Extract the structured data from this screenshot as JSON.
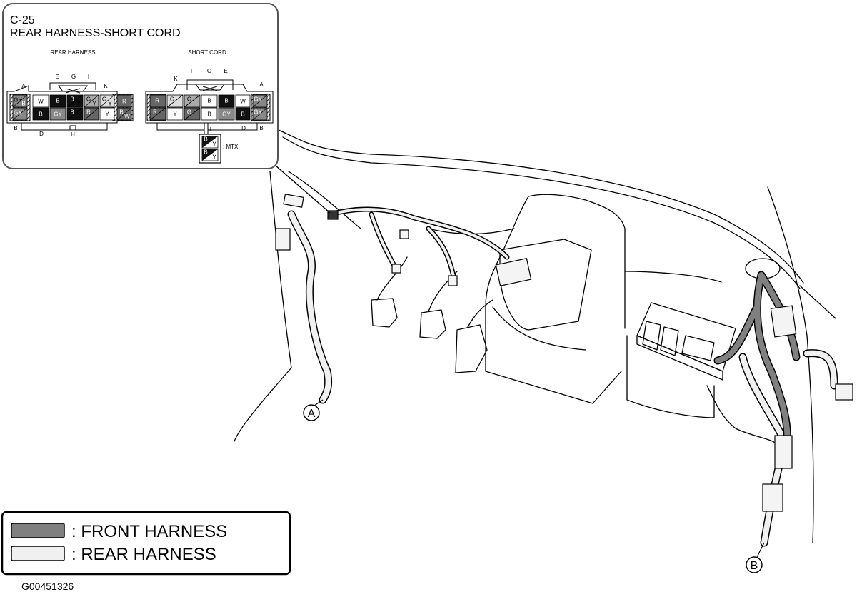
{
  "inset": {
    "title_code": "C-25",
    "title_name": "REAR HARNESS-SHORT CORD",
    "rear_label": "REAR HARNESS",
    "short_label": "SHORT CORD",
    "rear_pins": {
      "A": "A",
      "B": "B",
      "D": "D",
      "E": "E",
      "G": "G",
      "H": "H",
      "I": "I",
      "K": "K"
    },
    "short_pins": {
      "A": "A",
      "B": "B",
      "D": "D",
      "E": "E",
      "G": "G",
      "H": "H",
      "I": "I",
      "K": "K"
    },
    "rear_top_cells": [
      "GY",
      "W",
      "B",
      "B",
      "G",
      "G",
      "R"
    ],
    "rear_bottom_cells": [
      "GY",
      "B",
      "GY",
      "B",
      "R",
      "Y",
      "B"
    ],
    "short_top_cells": [
      "R",
      "G",
      "G",
      "B",
      "B",
      "W",
      "GY"
    ],
    "short_bottom_cells": [
      "R",
      "Y",
      "G",
      "B",
      "GY",
      "B",
      "GY"
    ],
    "cell_sub_texts": [
      "B",
      "W",
      "Y",
      "Y",
      "Y"
    ],
    "mtx_cells": [
      "B",
      "Y",
      "B",
      "Y"
    ],
    "mtx_label": ": MTX"
  },
  "callouts": {
    "a": "A",
    "b": "B"
  },
  "legend": {
    "front": ": FRONT HARNESS",
    "rear": ": REAR HARNESS",
    "front_color": "#808080",
    "rear_color": "#f0f0f0"
  },
  "figure_id": "G00451326"
}
